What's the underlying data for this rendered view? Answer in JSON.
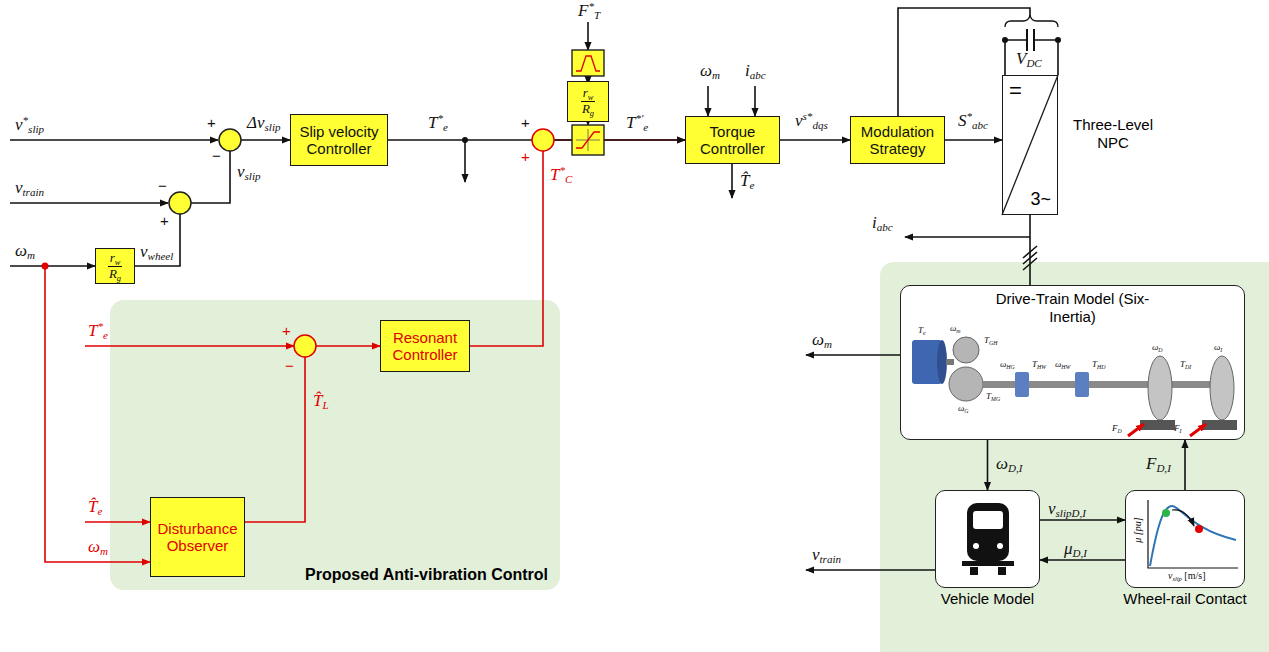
{
  "diagram": {
    "nodes": [
      {
        "text": [
          "Slip velocity Controller"
        ]
      },
      {
        "text": [
          "rw Rg"
        ]
      },
      {
        "text": [
          "Torque Controller"
        ]
      },
      {
        "text": [
          "Modulation Strategy"
        ]
      },
      {
        "text": [
          "=",
          "3~",
          "Three-Level NPC"
        ]
      },
      {
        "text": [
          "rw Rg"
        ]
      },
      {
        "text": [
          "Proposed Anti-vibration Control"
        ]
      },
      {
        "text": [
          "Resonant Controller"
        ],
        "in": 6
      },
      {
        "text": [
          "Disturbance Observer"
        ],
        "in": 6
      },
      {
        "text": [
          "Drive-Train Model (Six-Inertia)"
        ]
      },
      {
        "text": [
          "Vehicle Model"
        ]
      },
      {
        "text": [
          "Wheel-rail Contact"
        ]
      }
    ],
    "edges": [
      {
        "from": 0,
        "to": 2,
        "arrow": "to",
        "label": "T*'e"
      },
      {
        "from": 2,
        "to": 3,
        "arrow": "to",
        "label": "vs*dqs"
      },
      {
        "from": 3,
        "to": 4,
        "arrow": "to",
        "label": "S*abc"
      },
      {
        "from": 4,
        "to": 9,
        "arrow": "none"
      },
      {
        "from": 9,
        "to": 10,
        "arrow": "to",
        "label": "ωD,I"
      },
      {
        "from": 10,
        "to": 11,
        "arrow": "to",
        "label": "vslipD,I"
      },
      {
        "from": 11,
        "to": 10,
        "arrow": "to",
        "label": "μD,I"
      },
      {
        "from": 11,
        "to": 9,
        "arrow": "to",
        "label": "FD,I"
      },
      {
        "from": 8,
        "to": 7,
        "arrow": "to",
        "label": "T̂L"
      },
      {
        "from": 7,
        "to": 2,
        "arrow": "to",
        "label": "T*C"
      },
      {
        "from": 5,
        "to": 0,
        "arrow": "to",
        "label": "vwheel"
      }
    ],
    "labels": [
      "v*slip",
      "+",
      "−",
      "Δvslip",
      "vslip",
      "vtrain",
      "−",
      "+",
      "ωm",
      "T*e",
      "+",
      "+",
      "F*T",
      "ωm",
      "iabc",
      "T̂e",
      "VDC",
      "iabc",
      "ωm",
      "vtrain",
      "T*e",
      "+",
      "−",
      "T̂e",
      "ωm",
      "μ [pu]",
      "vslip [m/s]",
      "Te",
      "ωm",
      "TGH",
      "ωHG",
      "THW",
      "ωHW",
      "THD",
      "ωD",
      "TDI",
      "ωI",
      "TMG",
      "ωG",
      "FD",
      "FI"
    ]
  }
}
